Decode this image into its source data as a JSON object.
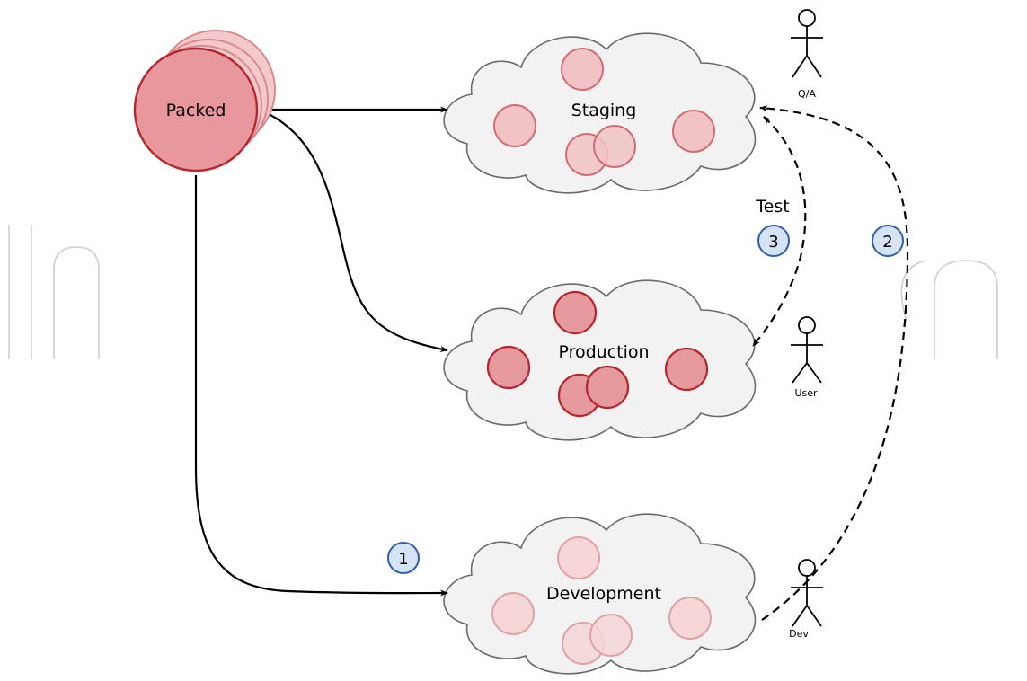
{
  "nodes": {
    "packed": "Packed",
    "staging": "Staging",
    "production": "Production",
    "development": "Development"
  },
  "actors": {
    "qa": "Q/A",
    "user": "User",
    "dev": "Dev"
  },
  "edge_labels": {
    "test": "Test"
  },
  "steps": {
    "one": "1",
    "two": "2",
    "three": "3"
  },
  "colors": {
    "node_fill": "#e79a9e",
    "node_stroke": "#b3272d",
    "cloud_fill": "#f2f2f2",
    "step_fill": "#d5e3f5",
    "step_stroke": "#2f5fa8"
  }
}
